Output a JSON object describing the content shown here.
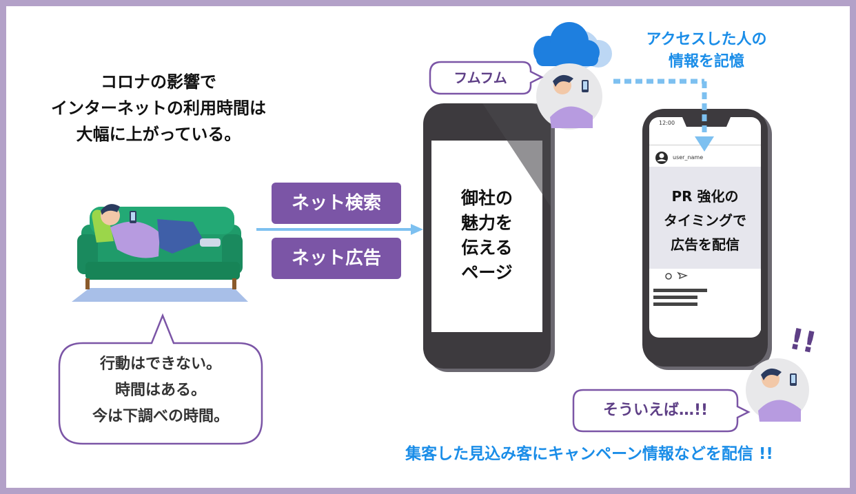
{
  "colors": {
    "frame": "#b3a1c8",
    "purple": "#7b55a6",
    "blue": "#1a8de8",
    "arrow": "#7dc0f0",
    "phone": "#3d3a3e",
    "sofa": "#1f9b6a"
  },
  "headline": {
    "lines": [
      "コロナの影響で",
      "インターネットの利用時間は",
      "大幅に上がっている。"
    ]
  },
  "channels": {
    "search": "ネット検索",
    "ads": "ネット広告"
  },
  "phone_left": {
    "lines": [
      "御社の",
      "魅力を",
      "伝える",
      "ページ"
    ]
  },
  "phone_right": {
    "time": "12:00",
    "username": "user_name",
    "lines": [
      "PR 強化の",
      "タイミングで",
      "広告を配信"
    ]
  },
  "bubble_left": {
    "lines": [
      "行動はできない。",
      "時間はある。",
      "今は下調べの時間。"
    ]
  },
  "bubble_humu": "フムフム",
  "bubble_souieba": "そういえば…!!",
  "exclaim": "!!",
  "access_note": {
    "lines": [
      "アクセスした人の",
      "情報を記憶"
    ]
  },
  "footer": "集客した見込み客にキャンペーン情報などを配信 !!",
  "icons": [
    "cloud-icon",
    "search-icon",
    "send-icon",
    "avatar-icon"
  ]
}
